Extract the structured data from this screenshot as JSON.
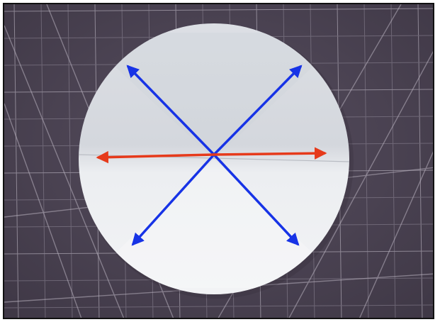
{
  "photo": {
    "subject": "paper-circle-on-cutting-mat",
    "colors": {
      "mat": "#4f4656",
      "mat_dark": "#3f3846",
      "grid_line": "#8e8796",
      "grid_line_bright": "#c9c3cf",
      "paper": "#e9ebee",
      "paper_shadow": "#d9dce1",
      "fold_crease": "#b9bcc3",
      "diagonal_arrows": "#1733e6",
      "horizontal_arrow": "#e63a1b",
      "frame_border": "#111111"
    },
    "arrows": [
      {
        "name": "arrow-up-left",
        "color_key": "diagonal_arrows"
      },
      {
        "name": "arrow-up-right",
        "color_key": "diagonal_arrows"
      },
      {
        "name": "arrow-down-left",
        "color_key": "diagonal_arrows"
      },
      {
        "name": "arrow-down-right",
        "color_key": "diagonal_arrows"
      },
      {
        "name": "arrow-left",
        "color_key": "horizontal_arrow"
      },
      {
        "name": "arrow-right",
        "color_key": "horizontal_arrow"
      }
    ]
  }
}
